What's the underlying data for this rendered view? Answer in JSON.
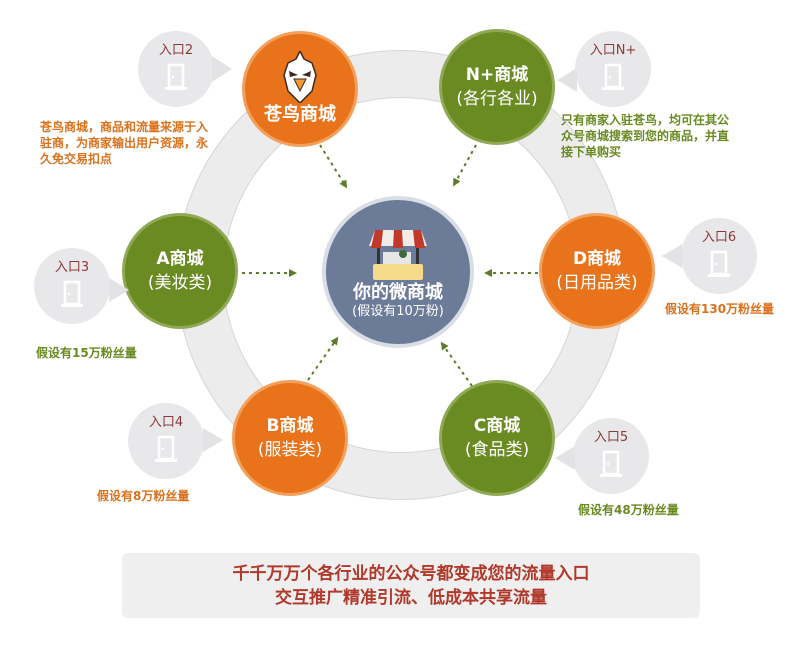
{
  "center": {
    "title": "你的微商城",
    "subtitle": "(假设有10万粉)",
    "icon": "storefront-icon",
    "color": "#6b7b98"
  },
  "colors": {
    "orange": "#e8731a",
    "green": "#6a8a22",
    "ring": "#ececed",
    "entry_bg": "#e8e8ea",
    "banner_text": "#b0392b"
  },
  "malls": [
    {
      "id": "cangniao",
      "title": "苍鸟商城",
      "subtitle": "",
      "color": "orange",
      "icon": "eagle-icon"
    },
    {
      "id": "nplus",
      "title": "N+商城",
      "subtitle": "(各行各业)",
      "color": "green"
    },
    {
      "id": "a",
      "title": "A商城",
      "subtitle": "(美妆类)",
      "color": "green"
    },
    {
      "id": "d",
      "title": "D商城",
      "subtitle": "(日用品类)",
      "color": "orange"
    },
    {
      "id": "b",
      "title": "B商城",
      "subtitle": "(服装类)",
      "color": "orange"
    },
    {
      "id": "c",
      "title": "C商城",
      "subtitle": "(食品类)",
      "color": "green"
    }
  ],
  "entries": [
    {
      "label": "入口2",
      "icon": "door-icon"
    },
    {
      "label": "入口N+",
      "icon": "door-icon"
    },
    {
      "label": "入口3",
      "icon": "door-icon"
    },
    {
      "label": "入口6",
      "icon": "door-icon"
    },
    {
      "label": "入口4",
      "icon": "door-icon"
    },
    {
      "label": "入口5",
      "icon": "door-icon"
    }
  ],
  "notes": {
    "cangniao": [
      "苍鸟商城，商品和流量来源于入",
      "驻商，为商家输出用户资源，永",
      "久免交易扣点"
    ],
    "nplus": [
      "只有商家入驻苍鸟，均可在其公",
      "众号商城搜索到您的商品，并直",
      "接下单购买"
    ],
    "a": "假设有15万粉丝量",
    "d": "假设有130万粉丝量",
    "b": "假设有8万粉丝量",
    "c": "假设有48万粉丝量"
  },
  "banner": {
    "line1": "千千万万个各行业的公众号都变成您的流量入口",
    "line2": "交互推广精准引流、低成本共享流量"
  }
}
